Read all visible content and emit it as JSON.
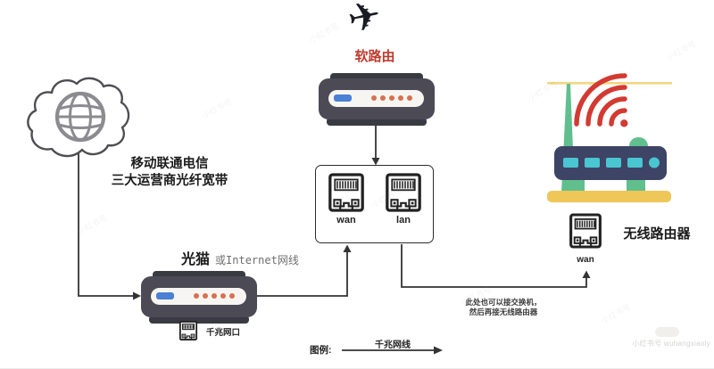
{
  "labels": {
    "soft_router": "软路由",
    "carrier_line1": "移动联通电信",
    "carrier_line2": "三大运营商光纤宽带",
    "modem": "光猫",
    "modem_alt": "或Internet网线",
    "modem_port": "千兆网口",
    "wan_port": "wan",
    "lan_port": "lan",
    "wireless_router": "无线路由器",
    "wireless_wan": "wan",
    "note_line1": "此处也可以接交换机，",
    "note_line2": "然后再接无线路由器",
    "legend_title": "图例:",
    "legend_cable": "千兆网线"
  },
  "icons": {
    "plane_glyph": "✈",
    "internet": "globe-in-cloud-icon",
    "ethernet": "rj45-port-icon",
    "wifi": "wifi-signal-icon"
  },
  "colors": {
    "accent_red": "#bf3a2e",
    "wifi_red": "#d23a32",
    "device_body": "#4b4a55",
    "device_tab": "#3a3a43",
    "led_blue": "#4a80d5",
    "led_orange": "#d8704e",
    "router_navy": "#3d4466",
    "router_teal": "#49c6d1",
    "router_green": "#60bf8d",
    "router_yellow": "#eec758",
    "line": "#333333"
  },
  "watermark": {
    "corner": "小红书号 wuhangxiaoly",
    "tile": "小红书号"
  }
}
